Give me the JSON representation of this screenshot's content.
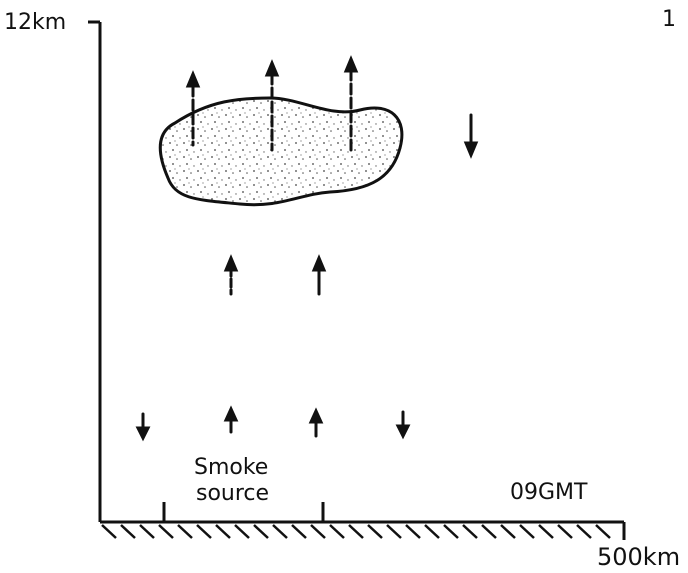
{
  "axes": {
    "y_top_label": "12km",
    "x_end_label": "500km",
    "corner_mark": "1"
  },
  "annotations": {
    "source_line1": "Smoke",
    "source_line2": "source",
    "time": "09GMT"
  },
  "colors": {
    "ink": "#111111",
    "background": "#ffffff"
  }
}
